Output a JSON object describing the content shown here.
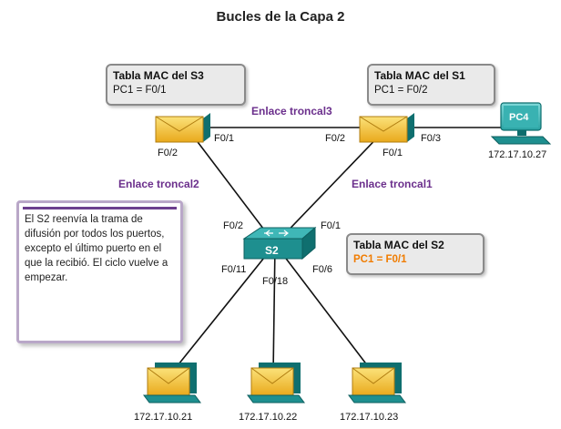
{
  "title": "Bucles de la Capa 2",
  "colors": {
    "trunk_label": "#6b2f8c",
    "highlight": "#f07c00",
    "switch_body": "#1e8f8f",
    "envelope": "#f2c02e"
  },
  "mac_tables": {
    "s3": {
      "title": "Tabla MAC del S3",
      "entry": "PC1 = F0/1"
    },
    "s1": {
      "title": "Tabla MAC del S1",
      "entry": "PC1 = F0/2"
    },
    "s2": {
      "title": "Tabla MAC del S2",
      "entry": "PC1 = F0/1"
    }
  },
  "trunks": {
    "t1": "Enlace troncal1",
    "t2": "Enlace troncal2",
    "t3": "Enlace troncal3"
  },
  "ports": {
    "s3_f01": "F0/1",
    "s3_f02": "F0/2",
    "s1_f02": "F0/2",
    "s1_f01": "F0/1",
    "s1_f03": "F0/3",
    "s2_f02": "F0/2",
    "s2_f01": "F0/1",
    "s2_f011": "F0/11",
    "s2_f018": "F0/18",
    "s2_f06": "F0/6"
  },
  "devices": {
    "s2_label": "S2",
    "pc4_label": "PC4"
  },
  "hosts": {
    "pc4_ip": "172.17.10.27",
    "h1_ip": "172.17.10.21",
    "h2_ip": "172.17.10.22",
    "h3_ip": "172.17.10.23"
  },
  "note": "El S2 reenvía la trama de difusión por todos los puertos, excepto el último puerto en el que la recibió. El ciclo vuelve a empezar."
}
